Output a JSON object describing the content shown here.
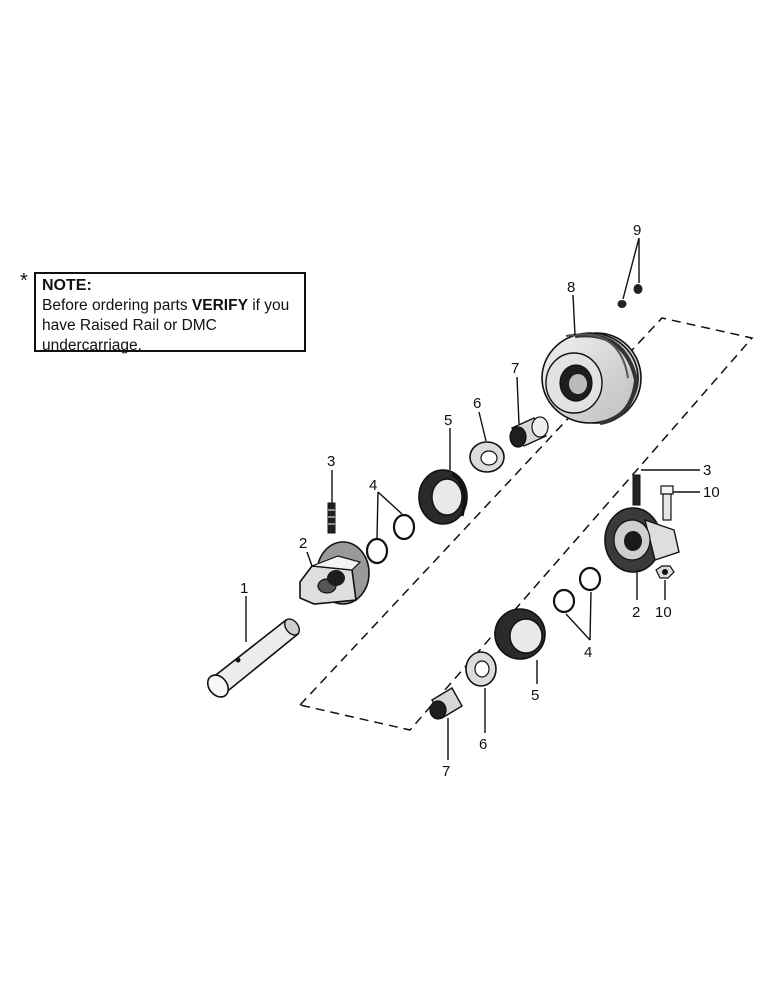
{
  "note": {
    "asterisk": "*",
    "title": "NOTE:",
    "line_pre": "Before ordering parts ",
    "line_emph": "VERIFY",
    "line_post": " if you have Raised Rail or DMC undercarriage."
  },
  "callouts": {
    "c1": "1",
    "c2_left": "2",
    "c3_left": "3",
    "c4_upper": "4",
    "c5_upper": "5",
    "c6_upper": "6",
    "c7_upper": "7",
    "c8": "8",
    "c9": "9",
    "c3_right": "3",
    "c10_bolt": "10",
    "c2_right": "2",
    "c10_nut": "10",
    "c4_lower": "4",
    "c5_lower": "5",
    "c6_lower": "6",
    "c7_lower": "7"
  }
}
